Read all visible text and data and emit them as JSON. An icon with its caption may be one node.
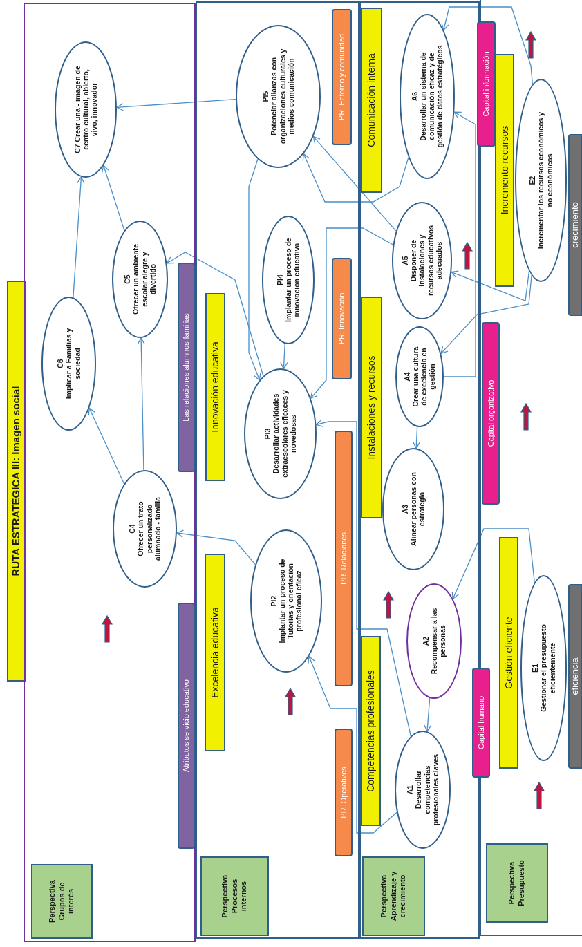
{
  "diagram": {
    "title": "RUTA ESTRATEGICA III: Imagen social",
    "nodes": [
      {
        "text": [],
        "shape": "box"
      },
      {
        "text": [
          "Perspectiva Grupos de interés"
        ],
        "in": 0
      },
      {
        "text": [
          "Atributos servicio educativo"
        ],
        "in": 0
      },
      {
        "text": [
          "Las relaciones alumnos-familias"
        ],
        "in": 0
      },
      {
        "text": [
          "C4",
          "Ofrecer un trato personalizado alumnado - familia"
        ],
        "in": 0
      },
      {
        "text": [
          "C5",
          "Ofrecer un ambiente escolar alegre y divertido"
        ],
        "in": 0
      },
      {
        "text": [
          "C6",
          "Implicar a Familias y sociedad"
        ],
        "in": 0
      },
      {
        "text": [
          "C7 Crear una - imagen de centro cultural, abierto, vivo, innovador"
        ],
        "in": 0
      },
      {
        "text": [],
        "shape": "box"
      },
      {
        "text": [
          "Perspectiva Procesos internos"
        ],
        "in": 8
      },
      {
        "text": [
          "Excelencia educativa"
        ],
        "in": 8
      },
      {
        "text": [
          "Innovación educativa"
        ],
        "in": 8
      },
      {
        "text": [
          "PI2",
          "Implantar un proceso de Tutorías y orientación profesional eficaz"
        ],
        "in": 8
      },
      {
        "text": [
          "PI3",
          "Desarrollar actividades extraescolares eficaces y novedosas"
        ],
        "in": 8
      },
      {
        "text": [
          "PI4",
          "Implantar un proceso de innovación educativa"
        ],
        "in": 8
      },
      {
        "text": [
          "PI5",
          "Potenciar alianzas con organizaciones culturales y medios comunicación"
        ],
        "in": 8
      },
      {
        "text": [
          "PR. Operativos"
        ],
        "in": 8
      },
      {
        "text": [
          "PR. Relaciones"
        ],
        "in": 8
      },
      {
        "text": [
          "PR. Innovación"
        ],
        "in": 8
      },
      {
        "text": [
          "PR. Entorno y comunidad"
        ],
        "in": 8
      },
      {
        "text": [],
        "shape": "box"
      },
      {
        "text": [
          "Perspectiva Aprendizaje y crecimiento"
        ],
        "in": 20
      },
      {
        "text": [
          "Competencias profesionales"
        ],
        "in": 20
      },
      {
        "text": [
          "Instalaciones y recursos"
        ],
        "in": 20
      },
      {
        "text": [
          "Comunicación interna"
        ],
        "in": 20
      },
      {
        "text": [
          "A1",
          "Desarrollar competencias profesionales claves"
        ],
        "in": 20
      },
      {
        "text": [
          "A2",
          "Recompensar a las personas"
        ],
        "in": 20
      },
      {
        "text": [
          "A3",
          "Alinear personas con estrategia"
        ],
        "in": 20
      },
      {
        "text": [
          "A4",
          "Crear una cultura de excelencia en gestión"
        ],
        "in": 20
      },
      {
        "text": [
          "A5",
          "Disponer de instalaciones y recursos educativos adecuados"
        ],
        "in": 20
      },
      {
        "text": [
          "A6",
          "Desarrollar un sistema de comunicación eficaz y de gestión de datos estratégicos"
        ],
        "in": 20
      },
      {
        "text": [],
        "shape": "box"
      },
      {
        "text": [
          "Perspectiva Presupuesto"
        ],
        "in": 31
      },
      {
        "text": [
          "Capital humano"
        ]
      },
      {
        "text": [
          "Capital organizativo"
        ],
        "in": 31
      },
      {
        "text": [
          "Capital información"
        ]
      },
      {
        "text": [
          "Gestión eficiente"
        ],
        "in": 31
      },
      {
        "text": [
          "Incremento recursos"
        ],
        "in": 31
      },
      {
        "text": [
          "E1",
          "Gestionar el presupuesto eficientemente"
        ],
        "in": 31
      },
      {
        "text": [
          "E2",
          "Incrementar los recursos económicos y no económicos"
        ],
        "in": 31
      },
      {
        "text": [
          "eficiencia"
        ],
        "in": 31
      },
      {
        "text": [
          "crecimiento"
        ],
        "in": 31
      }
    ],
    "edges": [
      {
        "from": 15,
        "to": 7,
        "arrow": "to"
      },
      {
        "from": 6,
        "to": 7,
        "arrow": "to"
      },
      {
        "from": 5,
        "to": 7,
        "arrow": "to"
      },
      {
        "from": 4,
        "to": 6,
        "arrow": "to"
      },
      {
        "from": 4,
        "to": 5,
        "arrow": "to"
      },
      {
        "from": 12,
        "to": 4,
        "arrow": "to"
      },
      {
        "from": 13,
        "to": 5,
        "arrow": "to"
      },
      {
        "from": 15,
        "to": 13,
        "arrow": "to"
      },
      {
        "from": 14,
        "to": 13,
        "arrow": "to"
      },
      {
        "from": 29,
        "to": 13,
        "arrow": "to"
      },
      {
        "from": 29,
        "to": 15,
        "arrow": "to"
      },
      {
        "from": 30,
        "to": 15,
        "arrow": "to"
      },
      {
        "from": 25,
        "to": 12,
        "arrow": "to"
      },
      {
        "from": 25,
        "to": 13,
        "arrow": "to"
      },
      {
        "from": 26,
        "to": 25,
        "arrow": "to"
      },
      {
        "from": 28,
        "to": 27,
        "arrow": "to"
      },
      {
        "from": 28,
        "to": 30,
        "arrow": "to"
      },
      {
        "from": 39,
        "to": 30,
        "arrow": "to"
      },
      {
        "from": 39,
        "to": 29,
        "arrow": "to"
      },
      {
        "from": 39,
        "to": 28,
        "arrow": "to"
      },
      {
        "from": 38,
        "to": 26,
        "arrow": "to"
      }
    ]
  }
}
